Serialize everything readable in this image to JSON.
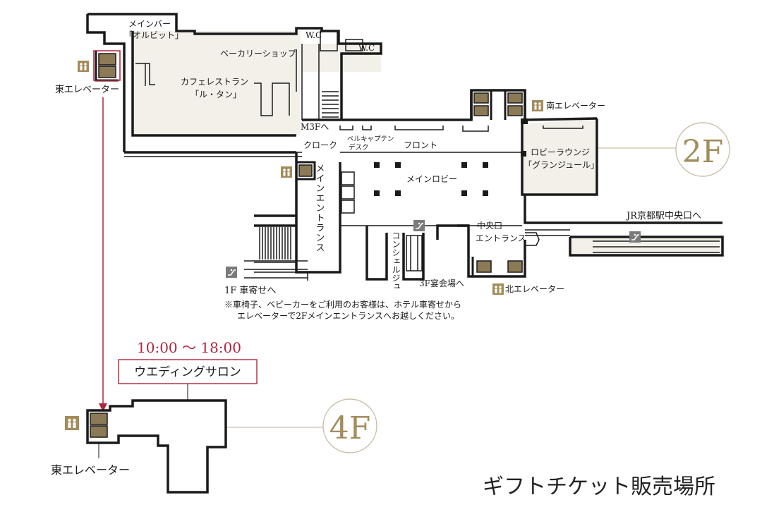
{
  "map": {
    "title": "ギフトチケット販売場所",
    "floors": {
      "f2": "2F",
      "f4": "4F"
    },
    "colors": {
      "wall": "#1a1a1a",
      "room_fill": "#f3f0e9",
      "elevator_gold": "#8c7a57",
      "accent_red": "#b0243a",
      "badge_gold": "#a38c5c"
    },
    "labels": {
      "main_bar": "メインバー",
      "orbit": "「オルビット」",
      "wc_1": "W.C",
      "wc_2": "W.C",
      "bakery": "ベーカリーショップ",
      "cafe_1": "カフェレストラン",
      "cafe_2": "「ル・タン」",
      "east_elevator": "東エレベーター",
      "south_elevator": "南エレベーター",
      "north_elevator": "北エレベーター",
      "m3f": "M3Fへ",
      "cloak": "クローク",
      "bell_1": "ベルキャプテン",
      "bell_2": "デスク",
      "front": "フロント",
      "lobby_lounge_1": "ロビーラウンジ",
      "lobby_lounge_2": "「グランジュール」",
      "main_lobby": "メインロビー",
      "main_entrance": "メインエントランス",
      "concierge": "コンシェルジュ",
      "central_1": "中央口",
      "central_2": "エントランス",
      "jr": "JR京都駅中央口へ",
      "to_1f": "1F 車寄せへ",
      "to_3f": "3F宴会場へ",
      "note_1": "※車椅子、ベビーカーをご利用のお客様は、ホテル車寄せから",
      "note_2": "エレベーターで2Fメインエントランスへお越しください。",
      "hours": "10:00 ～ 18:00",
      "wedding_salon": "ウエディングサロン",
      "east_elevator_4f": "東エレベーター"
    }
  }
}
